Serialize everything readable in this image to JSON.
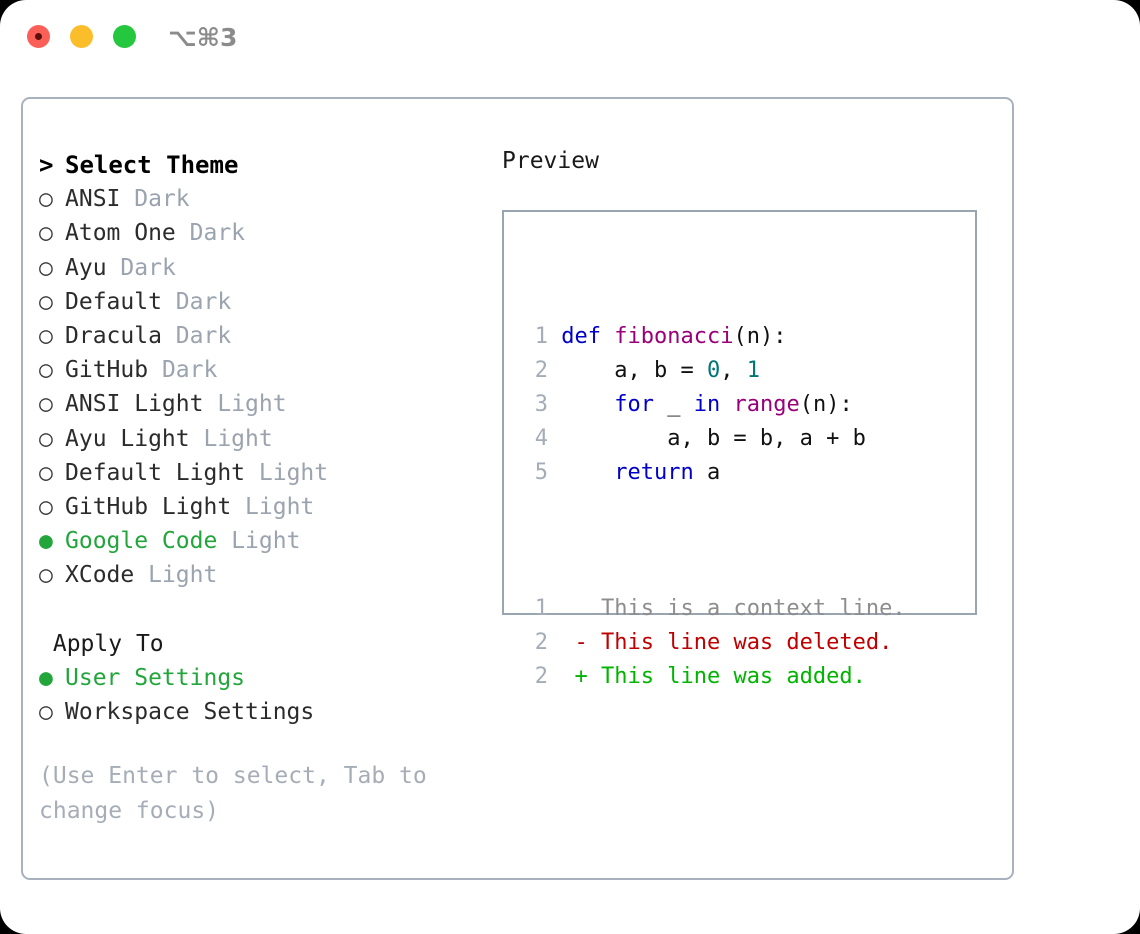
{
  "titlebar": {
    "shortcut": "⌥⌘3",
    "lights": [
      {
        "name": "close",
        "color": "#fa5f58"
      },
      {
        "name": "minimize",
        "color": "#fcbd2b"
      },
      {
        "name": "zoom",
        "color": "#25c73e"
      }
    ]
  },
  "theme_picker": {
    "heading_marker": ">",
    "heading": "Select Theme",
    "selected_marker": "●",
    "unselected_marker": "○",
    "items": [
      {
        "marker": "○",
        "name": "ANSI",
        "variant": "Dark",
        "selected": false
      },
      {
        "marker": "○",
        "name": "Atom One",
        "variant": "Dark",
        "selected": false
      },
      {
        "marker": "○",
        "name": "Ayu",
        "variant": "Dark",
        "selected": false
      },
      {
        "marker": "○",
        "name": "Default",
        "variant": "Dark",
        "selected": false
      },
      {
        "marker": "○",
        "name": "Dracula",
        "variant": "Dark",
        "selected": false
      },
      {
        "marker": "○",
        "name": "GitHub",
        "variant": "Dark",
        "selected": false
      },
      {
        "marker": "○",
        "name": "ANSI Light",
        "variant": "Light",
        "selected": false
      },
      {
        "marker": "○",
        "name": "Ayu Light",
        "variant": "Light",
        "selected": false
      },
      {
        "marker": "○",
        "name": "Default Light",
        "variant": "Light",
        "selected": false
      },
      {
        "marker": "○",
        "name": "GitHub Light",
        "variant": "Light",
        "selected": false
      },
      {
        "marker": "●",
        "name": "Google Code",
        "variant": "Light",
        "selected": true
      },
      {
        "marker": "○",
        "name": "XCode",
        "variant": "Light",
        "selected": false
      }
    ]
  },
  "apply_to": {
    "heading": "Apply To",
    "items": [
      {
        "marker": "●",
        "name": "User Settings",
        "selected": true
      },
      {
        "marker": "○",
        "name": "Workspace Settings",
        "selected": false
      }
    ]
  },
  "hint": "(Use Enter to select, Tab to change focus)",
  "preview": {
    "title": "Preview",
    "code_lines": [
      {
        "number": "1",
        "tokens": [
          {
            "text": "def ",
            "kind": "kw"
          },
          {
            "text": "fibonacci",
            "kind": "fn"
          },
          {
            "text": "(n):",
            "kind": "punct"
          }
        ]
      },
      {
        "number": "2",
        "tokens": [
          {
            "text": "    a, b = ",
            "kind": "ident"
          },
          {
            "text": "0",
            "kind": "num"
          },
          {
            "text": ", ",
            "kind": "punct"
          },
          {
            "text": "1",
            "kind": "num"
          }
        ]
      },
      {
        "number": "3",
        "tokens": [
          {
            "text": "    ",
            "kind": "ident"
          },
          {
            "text": "for",
            "kind": "kw"
          },
          {
            "text": " _ ",
            "kind": "ident"
          },
          {
            "text": "in",
            "kind": "kw"
          },
          {
            "text": " ",
            "kind": "ident"
          },
          {
            "text": "range",
            "kind": "fn"
          },
          {
            "text": "(n):",
            "kind": "punct"
          }
        ]
      },
      {
        "number": "4",
        "tokens": [
          {
            "text": "        a, b = b, a + b",
            "kind": "ident"
          }
        ]
      },
      {
        "number": "5",
        "tokens": [
          {
            "text": "    ",
            "kind": "ident"
          },
          {
            "text": "return",
            "kind": "kw"
          },
          {
            "text": " a",
            "kind": "ident"
          }
        ]
      }
    ],
    "diff_lines": [
      {
        "number": "1",
        "sign": " ",
        "text": " This is a context line.",
        "kind": "ctx"
      },
      {
        "number": "2",
        "sign": "-",
        "text": " This line was deleted.",
        "kind": "del"
      },
      {
        "number": "2",
        "sign": "+",
        "text": " This line was added.",
        "kind": "add"
      }
    ]
  },
  "colors": {
    "accent_green": "#22a63b",
    "muted": "#9aa3ae",
    "border": "#a8b2bf",
    "preview_border": "#9aa5b2",
    "keyword": "#0000c8",
    "function": "#99007a",
    "number": "#007575",
    "diff_context": "#8d8d8d",
    "diff_deleted": "#c00000",
    "diff_added": "#00b400"
  }
}
